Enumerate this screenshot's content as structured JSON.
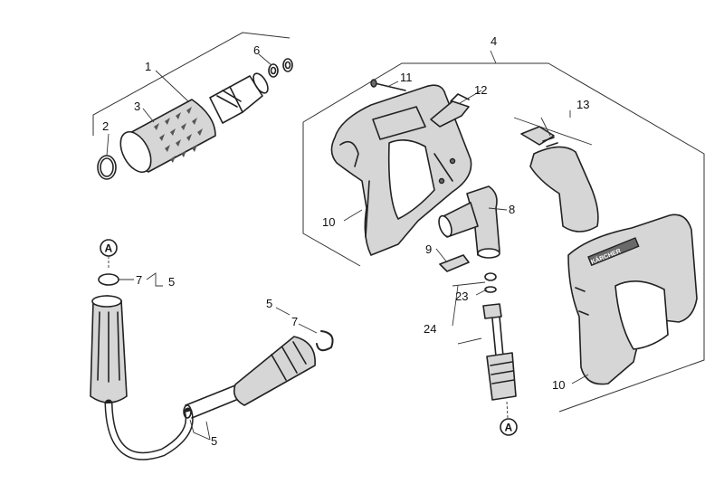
{
  "callouts": {
    "c1": "1",
    "c2": "2",
    "c3": "3",
    "c4": "4",
    "c5a": "5",
    "c5b": "5",
    "c5c": "5",
    "c6": "6",
    "c7a": "7",
    "c7b": "7",
    "c8": "8",
    "c9": "9",
    "c10a": "10",
    "c10b": "10",
    "c11": "11",
    "c12": "12",
    "c13": "13",
    "c23": "23",
    "c24": "24"
  },
  "connectors": {
    "a1": "A",
    "a2": "A"
  },
  "brand_plate": "KÄRCHER"
}
